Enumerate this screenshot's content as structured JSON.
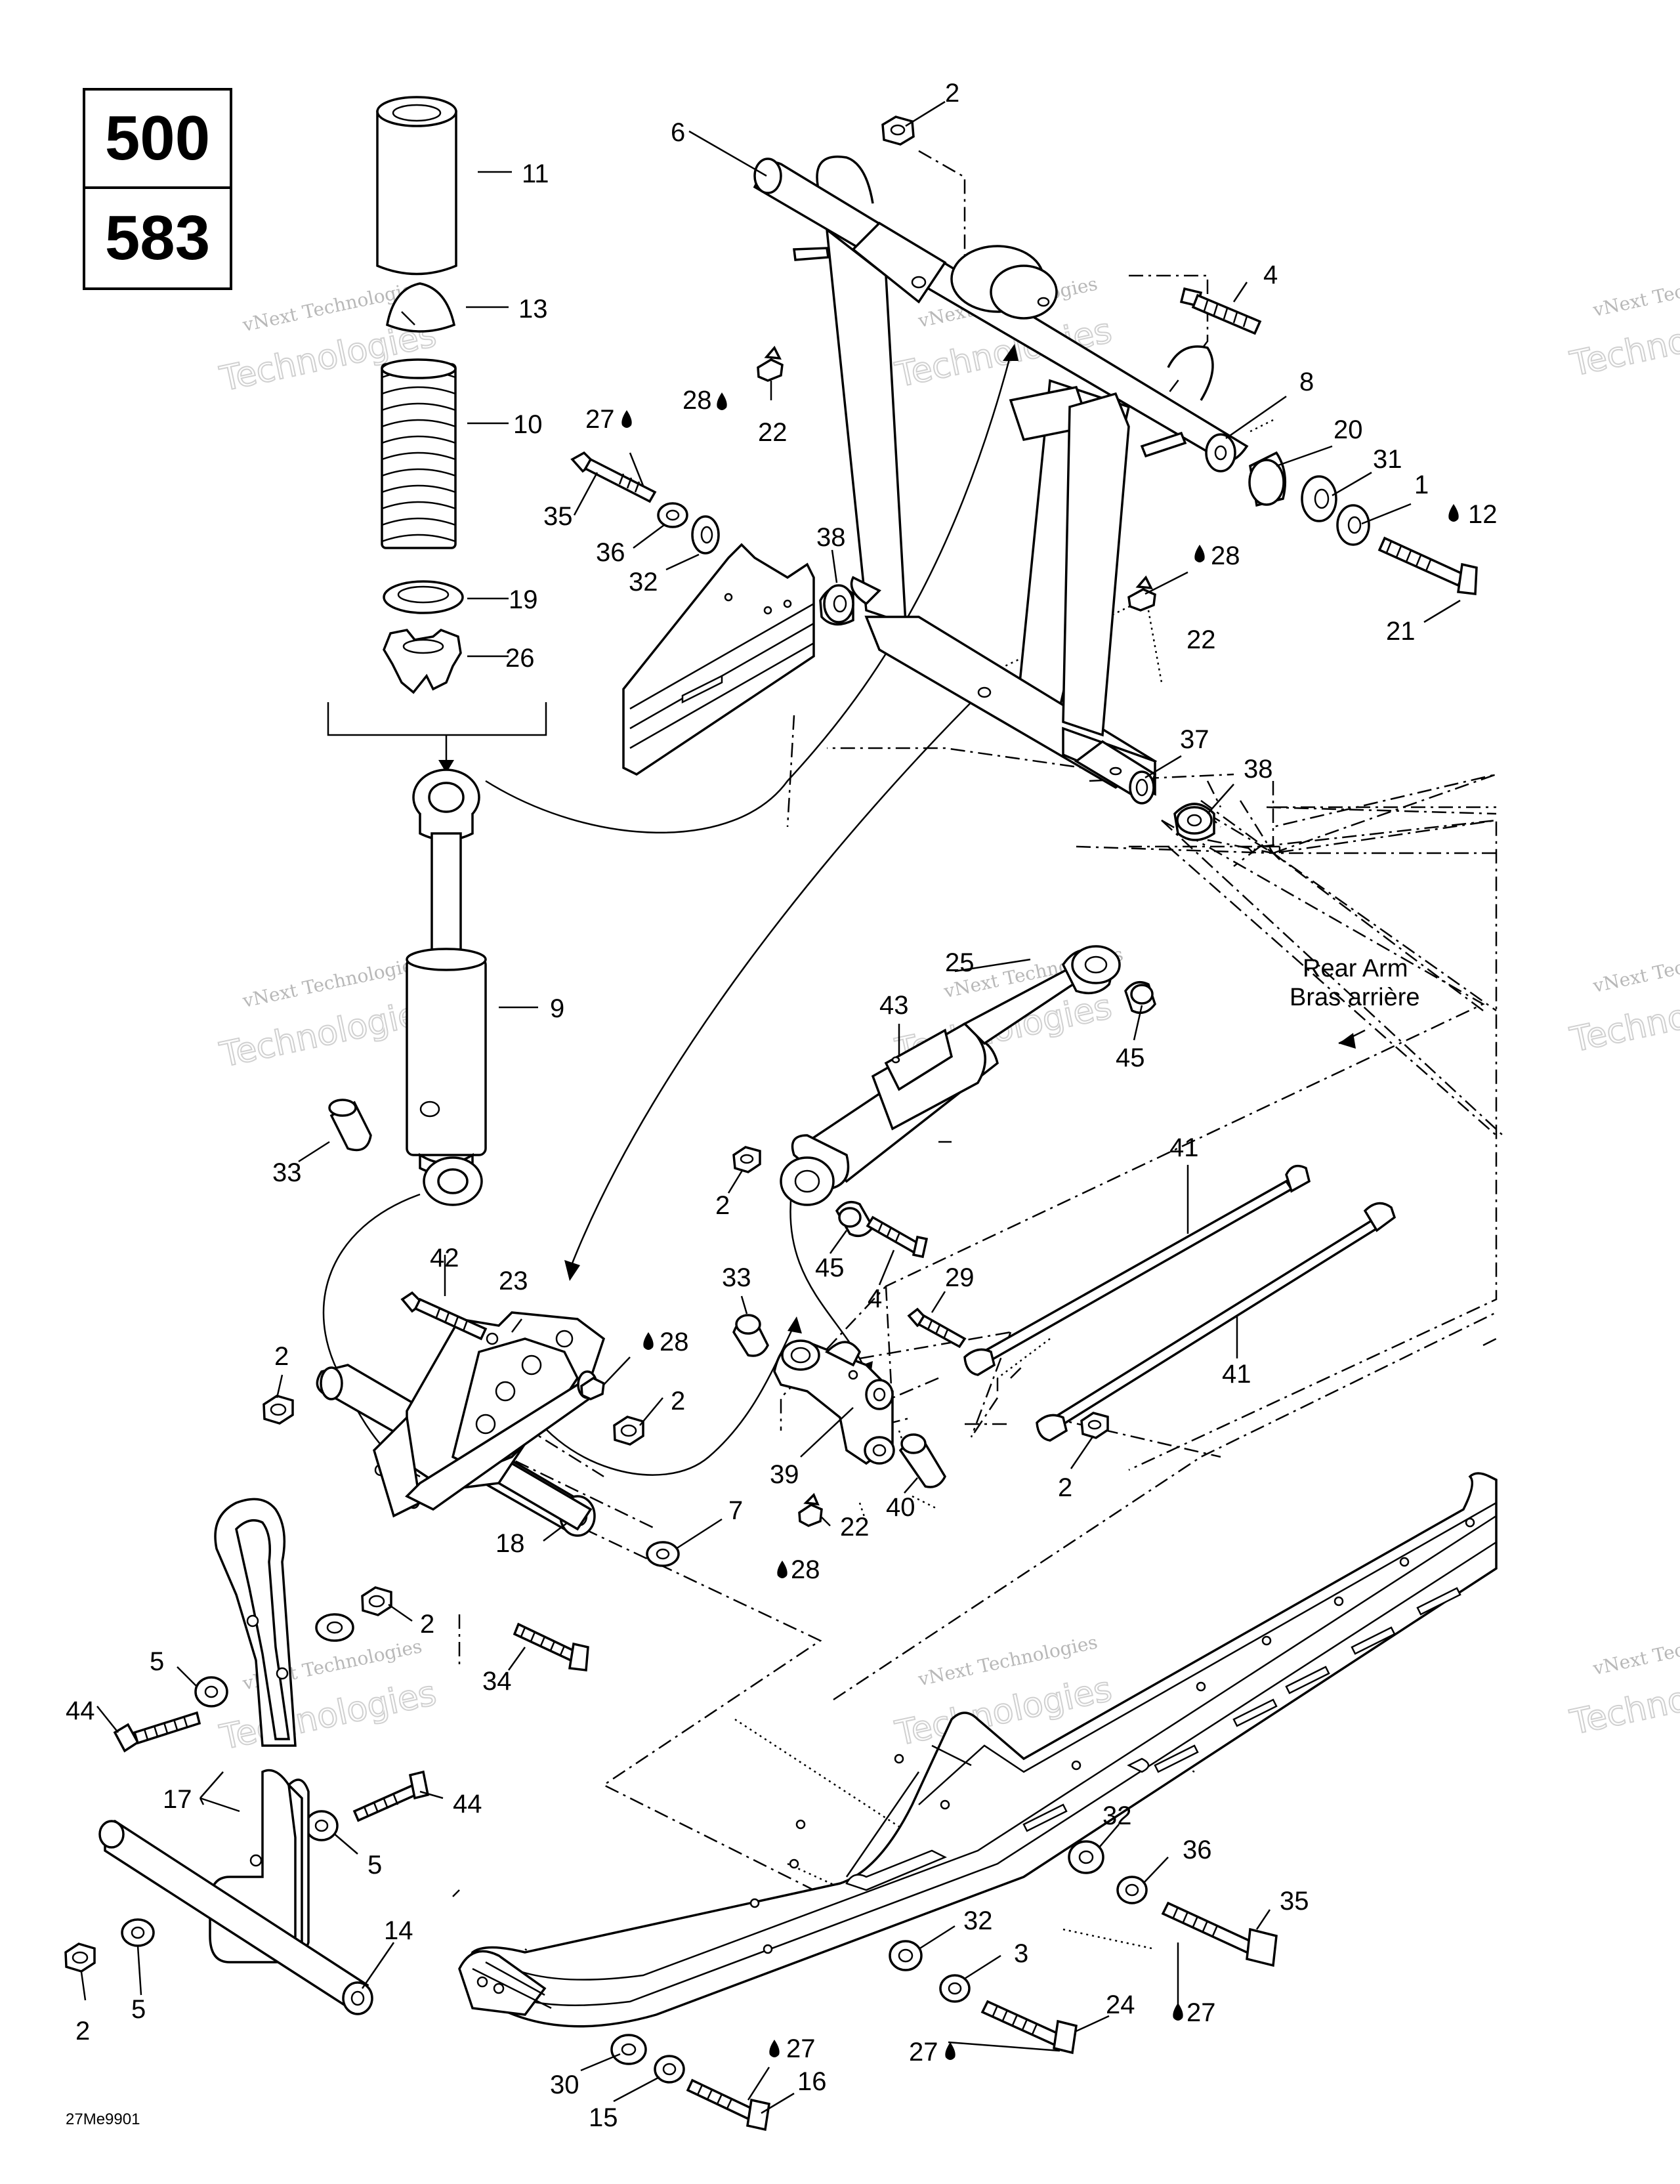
{
  "models": [
    "500",
    "583"
  ],
  "reference_code": "27Me9901",
  "watermark": {
    "line1": "vNext Technologies",
    "line2": "Technologies"
  },
  "rear_arm_label": {
    "en": "Rear Arm",
    "fr": "Bras arrière"
  },
  "callouts": [
    {
      "id": "c2a",
      "text": "2"
    },
    {
      "id": "c6",
      "text": "6"
    },
    {
      "id": "c4a",
      "text": "4"
    },
    {
      "id": "c11",
      "text": "11"
    },
    {
      "id": "c13",
      "text": "13"
    },
    {
      "id": "c10",
      "text": "10"
    },
    {
      "id": "c19",
      "text": "19"
    },
    {
      "id": "c26",
      "text": "26"
    },
    {
      "id": "c27a",
      "text": "27"
    },
    {
      "id": "c28a",
      "text": "28"
    },
    {
      "id": "c22a",
      "text": "22"
    },
    {
      "id": "c35a",
      "text": "35"
    },
    {
      "id": "c36a",
      "text": "36"
    },
    {
      "id": "c32a",
      "text": "32"
    },
    {
      "id": "c38a",
      "text": "38"
    },
    {
      "id": "c8",
      "text": "8"
    },
    {
      "id": "c20",
      "text": "20"
    },
    {
      "id": "c31",
      "text": "31"
    },
    {
      "id": "c1",
      "text": "1"
    },
    {
      "id": "c12",
      "text": "12"
    },
    {
      "id": "c21",
      "text": "21"
    },
    {
      "id": "c28b",
      "text": "28"
    },
    {
      "id": "c22b",
      "text": "22"
    },
    {
      "id": "c37",
      "text": "37"
    },
    {
      "id": "c38b",
      "text": "38"
    },
    {
      "id": "c9",
      "text": "9"
    },
    {
      "id": "c33a",
      "text": "33"
    },
    {
      "id": "c25",
      "text": "25"
    },
    {
      "id": "c43",
      "text": "43"
    },
    {
      "id": "c45a",
      "text": "45"
    },
    {
      "id": "c2b",
      "text": "2"
    },
    {
      "id": "c45b",
      "text": "45"
    },
    {
      "id": "c4b",
      "text": "4"
    },
    {
      "id": "c41a",
      "text": "41"
    },
    {
      "id": "c41b",
      "text": "41"
    },
    {
      "id": "c29",
      "text": "29"
    },
    {
      "id": "c42",
      "text": "42"
    },
    {
      "id": "c23",
      "text": "23"
    },
    {
      "id": "c2c",
      "text": "2"
    },
    {
      "id": "c28c",
      "text": "28"
    },
    {
      "id": "c2d",
      "text": "2"
    },
    {
      "id": "c33b",
      "text": "33"
    },
    {
      "id": "c39",
      "text": "39"
    },
    {
      "id": "c40",
      "text": "40"
    },
    {
      "id": "c2e",
      "text": "2"
    },
    {
      "id": "c18",
      "text": "18"
    },
    {
      "id": "c7",
      "text": "7"
    },
    {
      "id": "c22c",
      "text": "22"
    },
    {
      "id": "c28d",
      "text": "28"
    },
    {
      "id": "c34",
      "text": "34"
    },
    {
      "id": "c2f",
      "text": "2"
    },
    {
      "id": "c5a",
      "text": "5"
    },
    {
      "id": "c44a",
      "text": "44"
    },
    {
      "id": "c17",
      "text": "17"
    },
    {
      "id": "c44b",
      "text": "44"
    },
    {
      "id": "c5b",
      "text": "5"
    },
    {
      "id": "c14",
      "text": "14"
    },
    {
      "id": "c2g",
      "text": "2"
    },
    {
      "id": "c5c",
      "text": "5"
    },
    {
      "id": "c32b",
      "text": "32"
    },
    {
      "id": "c36b",
      "text": "36"
    },
    {
      "id": "c35b",
      "text": "35"
    },
    {
      "id": "c32c",
      "text": "32"
    },
    {
      "id": "c3",
      "text": "3"
    },
    {
      "id": "c24",
      "text": "24"
    },
    {
      "id": "c27b",
      "text": "27"
    },
    {
      "id": "c27c",
      "text": "27"
    },
    {
      "id": "c27d",
      "text": "27"
    },
    {
      "id": "c30",
      "text": "30"
    },
    {
      "id": "c16",
      "text": "16"
    },
    {
      "id": "c15",
      "text": "15"
    }
  ]
}
